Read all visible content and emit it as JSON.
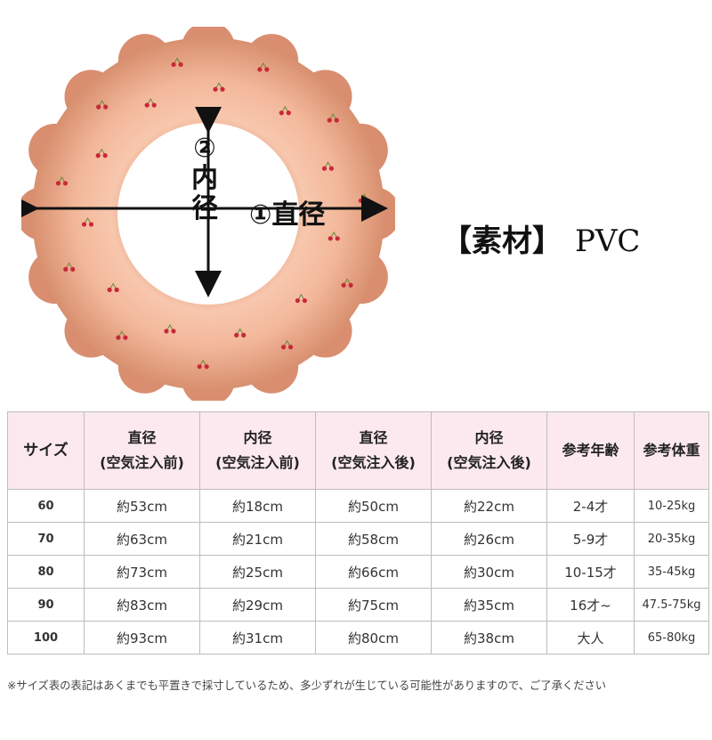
{
  "diagram": {
    "inner_label_num": "②",
    "inner_label_c1": "内",
    "inner_label_c2": "径",
    "diameter_label": "①直径"
  },
  "material": {
    "key": "【素材】",
    "value": "PVC"
  },
  "colors": {
    "ring": "#f2b79a",
    "ring_shadow": "#d98e70",
    "header_bg": "#fbe9ef",
    "cherry": "#c8283a"
  },
  "table": {
    "headers": [
      {
        "l1": "サイズ",
        "l2": ""
      },
      {
        "l1": "直径",
        "l2": "(空気注入前)"
      },
      {
        "l1": "内径",
        "l2": "(空気注入前)"
      },
      {
        "l1": "直径",
        "l2": "(空気注入後)"
      },
      {
        "l1": "内径",
        "l2": "(空気注入後)"
      },
      {
        "l1": "参考年齢",
        "l2": ""
      },
      {
        "l1": "参考体重",
        "l2": ""
      }
    ],
    "rows": [
      [
        "60",
        "約53cm",
        "約18cm",
        "約50cm",
        "約22cm",
        "2-4才",
        "10-25kg"
      ],
      [
        "70",
        "約63cm",
        "約21cm",
        "約58cm",
        "約26cm",
        "5-9才",
        "20-35kg"
      ],
      [
        "80",
        "約73cm",
        "約25cm",
        "約66cm",
        "約30cm",
        "10-15才",
        "35-45kg"
      ],
      [
        "90",
        "約83cm",
        "約29cm",
        "約75cm",
        "約35cm",
        "16才~",
        "47.5-75kg"
      ],
      [
        "100",
        "約93cm",
        "約31cm",
        "約80cm",
        "約38cm",
        "大人",
        "65-80kg"
      ]
    ]
  },
  "note": "※サイズ表の表記はあくまでも平置きで採寸しているため、多少ずれが生じている可能性がありますので、ご了承ください"
}
